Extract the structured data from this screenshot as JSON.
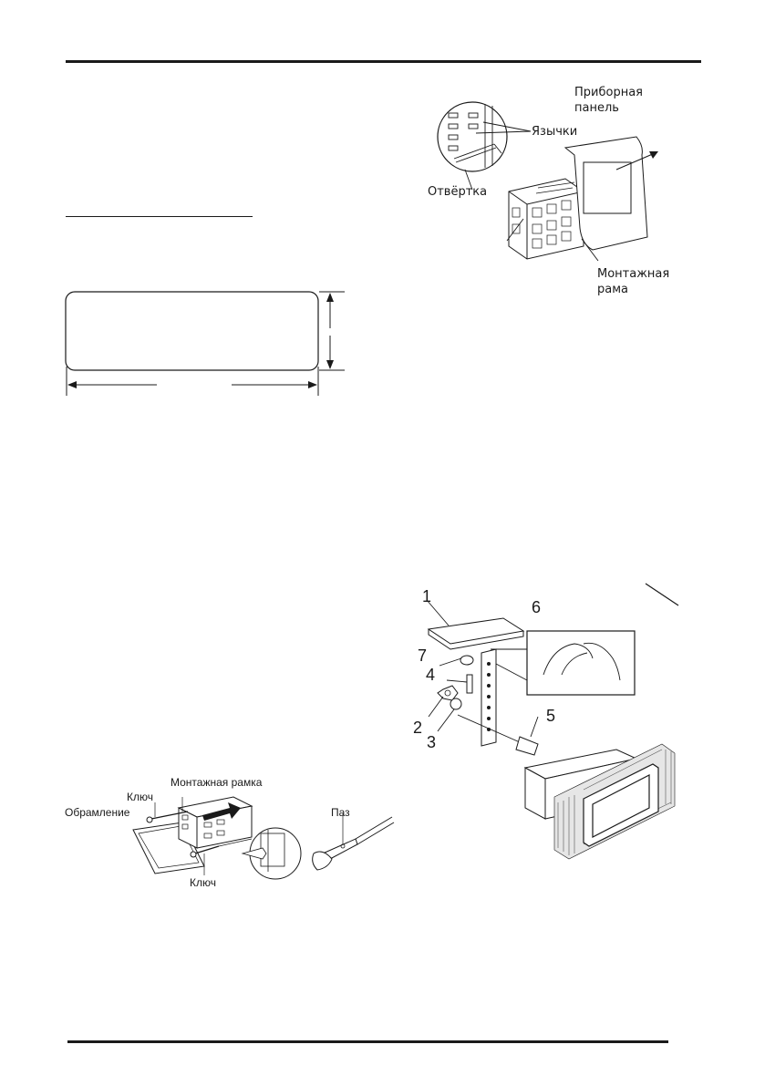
{
  "fig_sleeve": {
    "label_panel": "Приборная\nпанель",
    "label_tabs": "Язычки",
    "label_screwdriver": "Отвёртка",
    "label_frame": "Монтажная\nрама"
  },
  "fig_install": {
    "callouts": [
      "1",
      "6",
      "7",
      "4",
      "2",
      "3",
      "5"
    ]
  },
  "fig_removal": {
    "label_frame": "Монтажная рамка",
    "label_key_top": "Ключ",
    "label_trim": "Обрамление",
    "label_key_bottom": "Ключ",
    "label_groove": "Паз"
  }
}
